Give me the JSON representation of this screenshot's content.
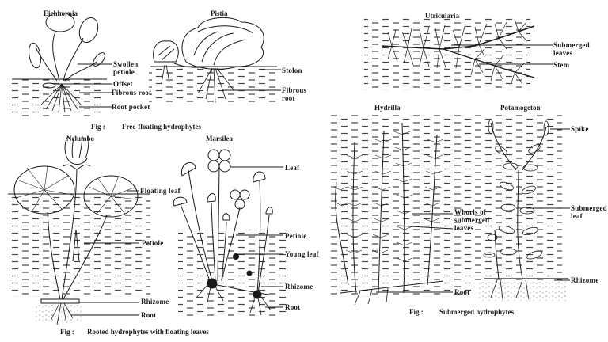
{
  "panels": {
    "free_floating": {
      "caption_prefix": "Fig :",
      "caption": "Free-floating hydrophytes",
      "plants": [
        {
          "name": "Eichhornia",
          "labels": [
            "Swollen\npetiole",
            "Offset",
            "Fibrous root",
            "Root pocket"
          ]
        },
        {
          "name": "Pistia",
          "labels": [
            "Stolon",
            "Fibrous\nroot"
          ]
        }
      ]
    },
    "rooted_floating": {
      "caption_prefix": "Fig :",
      "caption": "Rooted hydrophytes with floating leaves",
      "plants": [
        {
          "name": "Nelumbo",
          "labels": [
            "Floating leaf",
            "Petiole",
            "Rhizome",
            "Root"
          ]
        },
        {
          "name": "Marsilea",
          "labels": [
            "Leaf",
            "Petiole",
            "Young leaf",
            "Rhizome",
            "Root"
          ]
        }
      ]
    },
    "submerged": {
      "caption_prefix": "Fig :",
      "caption": "Submerged hydrophytes",
      "plants": [
        {
          "name": "Utricularia",
          "labels": [
            "Submerged\nleaves",
            "Stem"
          ]
        },
        {
          "name": "Hydrilla",
          "labels": [
            "Whorls of\nsubmerged\nleaves",
            "Root"
          ]
        },
        {
          "name": "Potamogeton",
          "labels": [
            "Spike",
            "Submerged\nleaf",
            "Rhizome"
          ]
        }
      ]
    }
  },
  "colors": {
    "ink": "#1a1a1a",
    "background": "#ffffff",
    "water_dash": "#555555"
  }
}
